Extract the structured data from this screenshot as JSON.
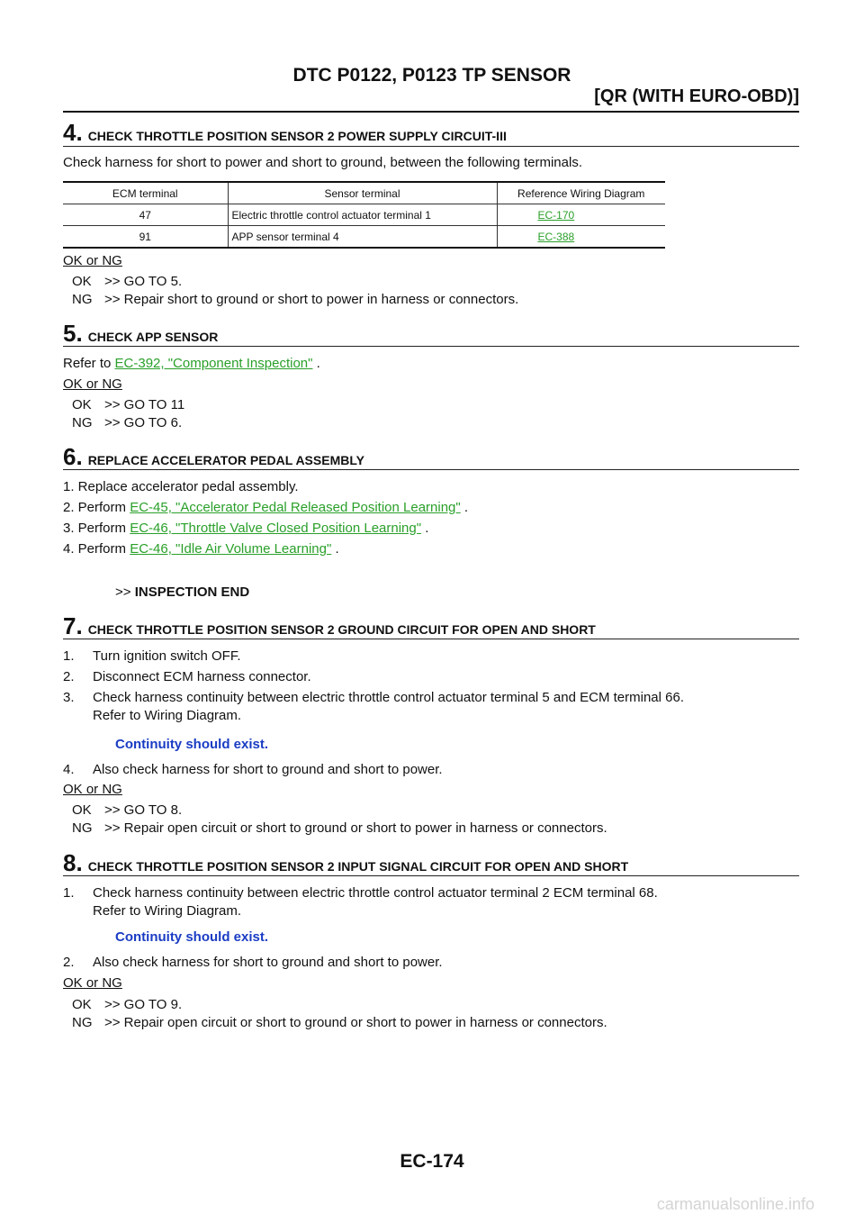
{
  "header": {
    "title": "DTC P0122, P0123 TP SENSOR",
    "subtitle": "[QR (WITH EURO-OBD)]"
  },
  "s4": {
    "num": "4.",
    "heading": "CHECK THROTTLE POSITION SENSOR 2 POWER SUPPLY CIRCUIT-III",
    "intro": "Check harness for short to power and short to ground, between the following terminals.",
    "table": {
      "headers": [
        "ECM terminal",
        "Sensor terminal",
        "Reference Wiring Diagram"
      ],
      "rows": [
        [
          "47",
          "Electric throttle control actuator terminal 1",
          "EC-170"
        ],
        [
          "91",
          "APP sensor terminal 4",
          "EC-388"
        ]
      ]
    },
    "ok_ng": "OK or NG",
    "ok_key": "OK",
    "ok_val": ">> GO TO 5.",
    "ng_key": "NG",
    "ng_val": ">> Repair short to ground or short to power in harness or connectors."
  },
  "s5": {
    "num": "5.",
    "heading": "CHECK APP SENSOR",
    "refer_prefix": "Refer to ",
    "refer_link": "EC-392, \"Component Inspection\"",
    "refer_suffix": " .",
    "ok_ng": "OK or NG",
    "ok_key": "OK",
    "ok_val": ">> GO TO 11",
    "ng_key": "NG",
    "ng_val": ">> GO TO 6."
  },
  "s6": {
    "num": "6.",
    "heading": "REPLACE ACCELERATOR PEDAL ASSEMBLY",
    "step1": "1.  Replace accelerator pedal assembly.",
    "step2_prefix": "2.  Perform ",
    "step2_link": "EC-45, \"Accelerator Pedal Released Position Learning\"",
    "step3_prefix": "3.  Perform ",
    "step3_link": "EC-46, \"Throttle Valve Closed Position Learning\"",
    "step4_prefix": "4.  Perform ",
    "step4_link": "EC-46, \"Idle Air Volume Learning\"",
    "suffix": " .",
    "end_arrow": ">>",
    "end_text": "INSPECTION END"
  },
  "s7": {
    "num": "7.",
    "heading": "CHECK THROTTLE POSITION SENSOR 2 GROUND CIRCUIT FOR OPEN AND SHORT",
    "step1": "Turn ignition switch OFF.",
    "step2": "Disconnect ECM harness connector.",
    "step3": "Check harness continuity between electric throttle control actuator terminal 5 and ECM terminal 66.",
    "step3b": "Refer to Wiring Diagram.",
    "spec": "Continuity should exist.",
    "step4": "Also check harness for short to ground and short to power.",
    "ok_ng": "OK or NG",
    "ok_key": "OK",
    "ok_val": ">> GO TO 8.",
    "ng_key": "NG",
    "ng_val": ">> Repair open circuit or short to ground or short to power in harness or connectors."
  },
  "s8": {
    "num": "8.",
    "heading": "CHECK THROTTLE POSITION SENSOR 2 INPUT SIGNAL CIRCUIT FOR OPEN AND SHORT",
    "step1": "Check harness continuity between electric throttle control actuator terminal 2 ECM terminal 68.",
    "step1b": "Refer to Wiring Diagram.",
    "spec": "Continuity should exist.",
    "step2": "Also check harness for short to ground and short to power.",
    "ok_ng": "OK or NG",
    "ok_key": "OK",
    "ok_val": ">> GO TO 9.",
    "ng_key": "NG",
    "ng_val": ">> Repair open circuit or short to ground or short to power in harness or connectors."
  },
  "footer": {
    "page": "EC-174"
  },
  "watermark": "carmanualsonline.info"
}
